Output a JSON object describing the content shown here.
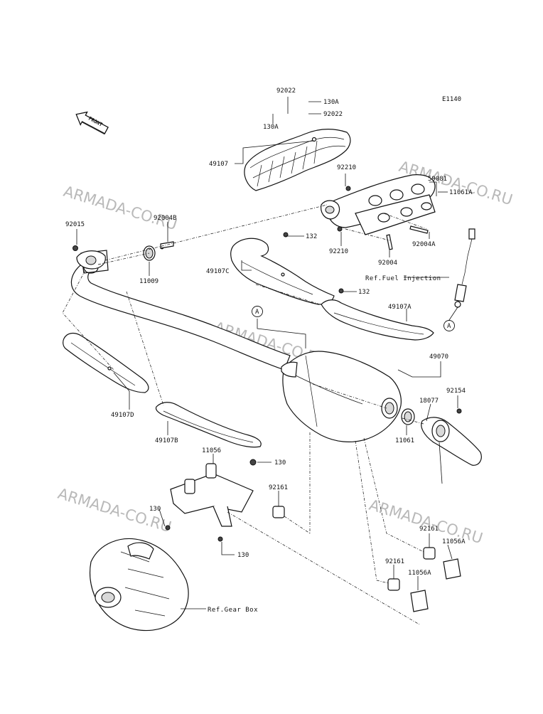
{
  "diagram": {
    "code": "E1140",
    "front_label": "FRONT",
    "watermark": "ARMADA-CO.RU",
    "callouts": [
      {
        "id": "c-92022a",
        "text": "92022"
      },
      {
        "id": "c-130a-top",
        "text": "130A"
      },
      {
        "id": "c-130a-left",
        "text": "130A"
      },
      {
        "id": "c-92022b",
        "text": "92022"
      },
      {
        "id": "c-49107",
        "text": "49107"
      },
      {
        "id": "c-92210a",
        "text": "92210"
      },
      {
        "id": "c-59081",
        "text": "59081"
      },
      {
        "id": "c-11061a",
        "text": "11061A"
      },
      {
        "id": "c-92015",
        "text": "92015"
      },
      {
        "id": "c-92004b",
        "text": "92004B"
      },
      {
        "id": "c-132a",
        "text": "132"
      },
      {
        "id": "c-92210b",
        "text": "92210"
      },
      {
        "id": "c-92004a",
        "text": "92004A"
      },
      {
        "id": "c-92004",
        "text": "92004"
      },
      {
        "id": "c-11009",
        "text": "11009"
      },
      {
        "id": "c-49107c",
        "text": "49107C"
      },
      {
        "id": "c-132b",
        "text": "132"
      },
      {
        "id": "c-49107a",
        "text": "49107A"
      },
      {
        "id": "c-49070",
        "text": "49070"
      },
      {
        "id": "c-92154",
        "text": "92154"
      },
      {
        "id": "c-18077",
        "text": "18077"
      },
      {
        "id": "c-11061",
        "text": "11061"
      },
      {
        "id": "c-49107d",
        "text": "49107D"
      },
      {
        "id": "c-49107b",
        "text": "49107B"
      },
      {
        "id": "c-11056",
        "text": "11056"
      },
      {
        "id": "c-130a",
        "text": "130"
      },
      {
        "id": "c-92161a",
        "text": "92161"
      },
      {
        "id": "c-130b",
        "text": "130"
      },
      {
        "id": "c-130c",
        "text": "130"
      },
      {
        "id": "c-92161b",
        "text": "92161"
      },
      {
        "id": "c-11056a-a",
        "text": "11056A"
      },
      {
        "id": "c-92161c",
        "text": "92161"
      },
      {
        "id": "c-11056a-b",
        "text": "11056A"
      }
    ],
    "references": {
      "fuel_injection": "Ref.Fuel Injection",
      "gear_box": "Ref.Gear Box"
    },
    "markers": {
      "a1": "A",
      "a2": "A"
    }
  }
}
